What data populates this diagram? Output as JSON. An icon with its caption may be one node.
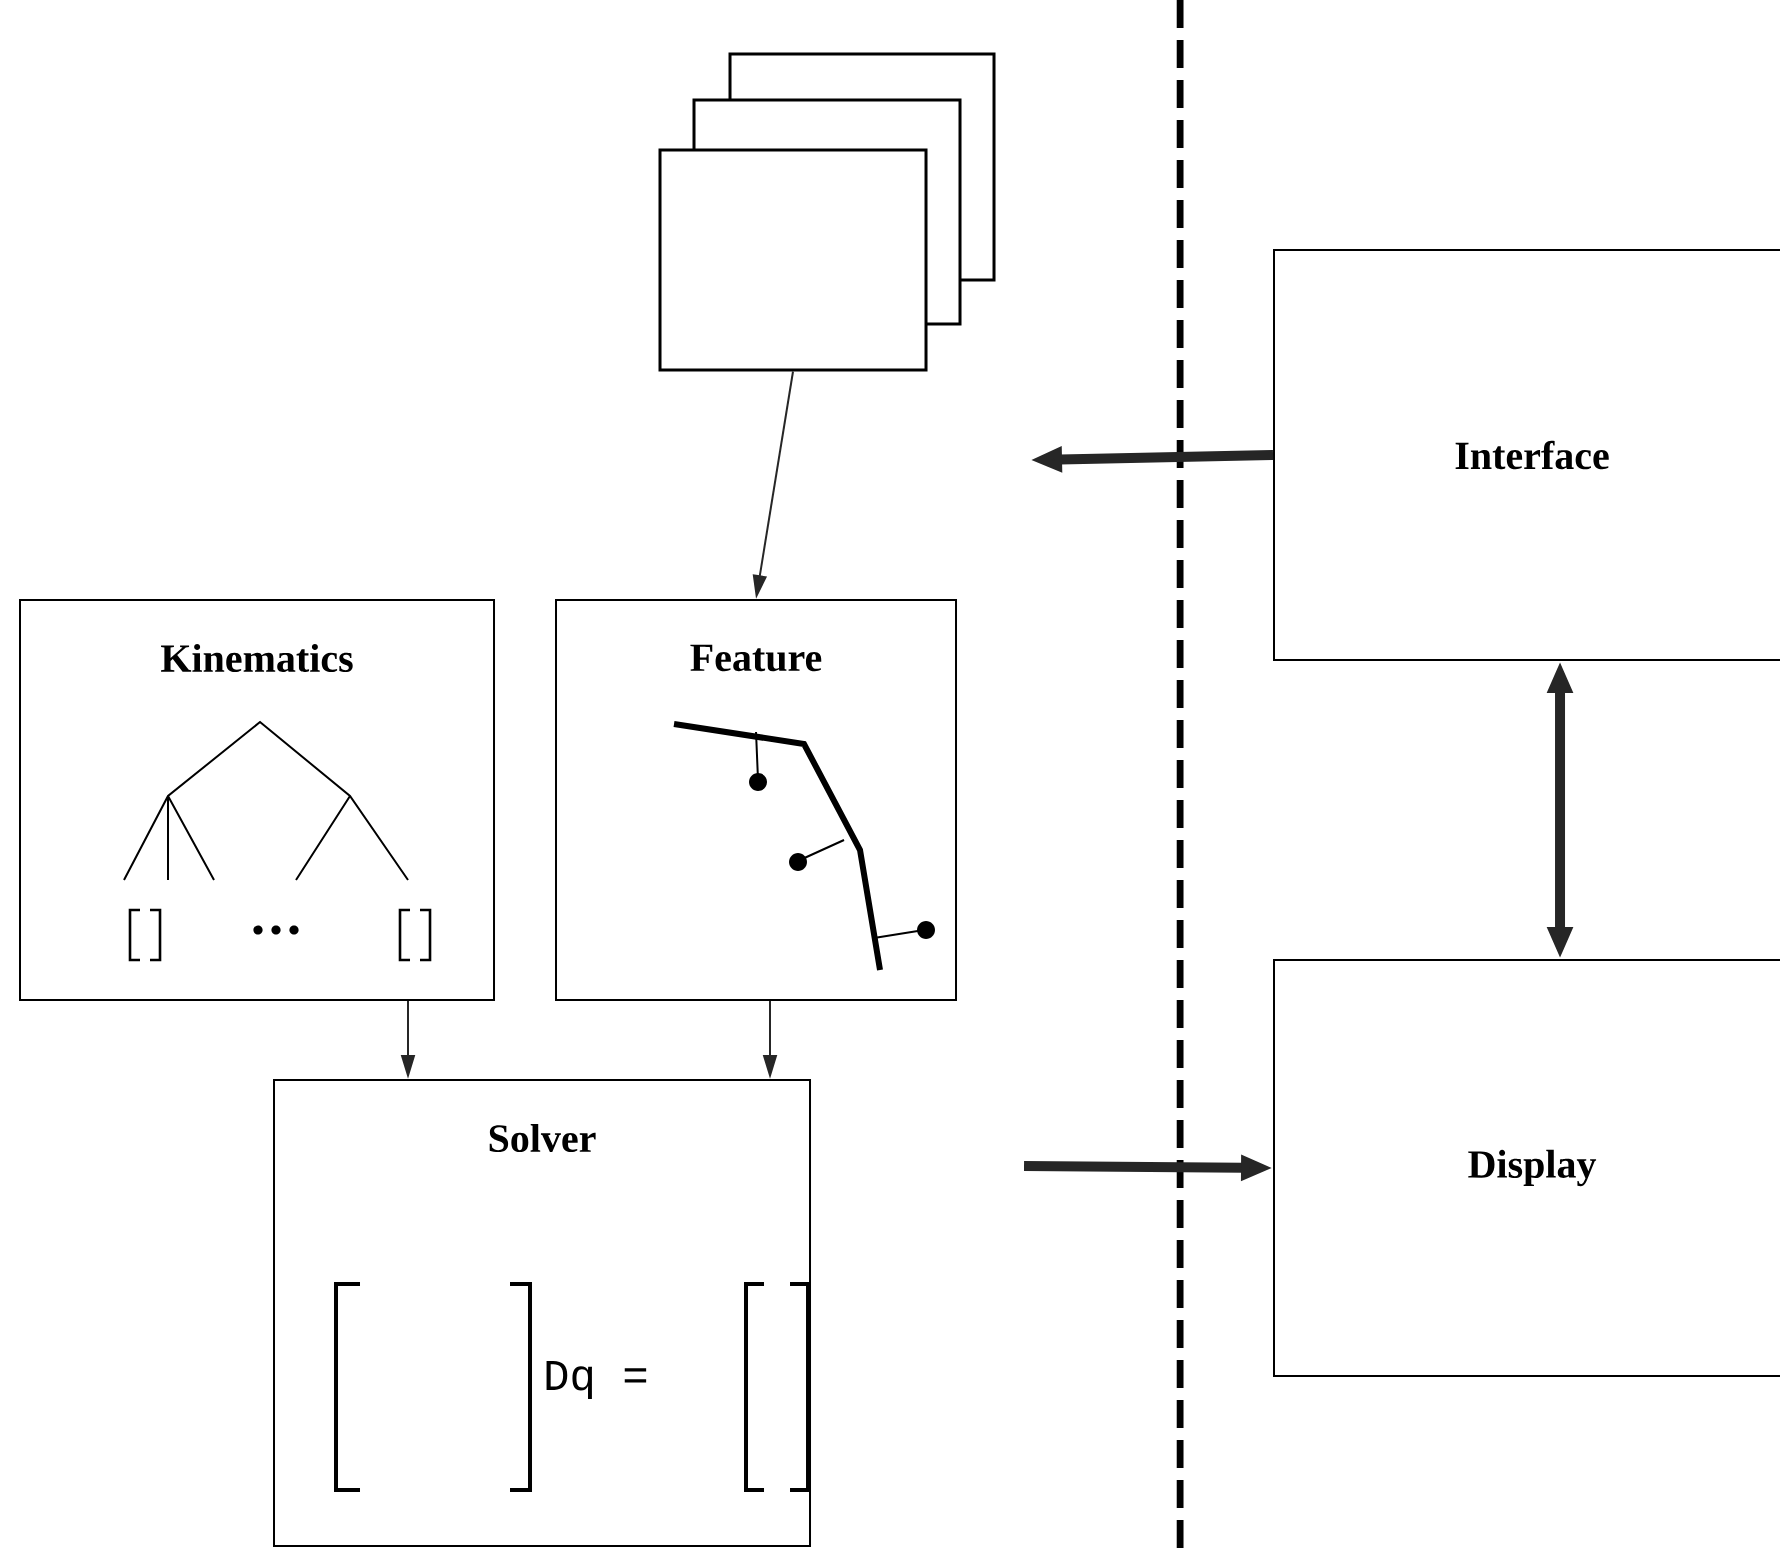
{
  "diagram": {
    "nodes": [
      {
        "text": [],
        "shape": "box"
      },
      {
        "text": [
          "Kinematics"
        ]
      },
      {
        "text": [
          "Feature"
        ]
      },
      {
        "text": [
          "Solver",
          "Dq ="
        ]
      },
      {
        "text": [
          "Interface"
        ]
      },
      {
        "text": [
          "Display"
        ]
      }
    ],
    "edges": [
      {
        "from": 0,
        "to": 2,
        "arrow": "to"
      },
      {
        "from": 1,
        "to": 3,
        "arrow": "to"
      },
      {
        "from": 2,
        "to": 3,
        "arrow": "to"
      },
      {
        "from": 4,
        "to": null,
        "arrow": "to",
        "style": "thick"
      },
      {
        "from": null,
        "to": 5,
        "arrow": "to",
        "style": "thick"
      },
      {
        "from": 4,
        "to": 5,
        "arrow": "both",
        "style": "thick"
      }
    ]
  }
}
